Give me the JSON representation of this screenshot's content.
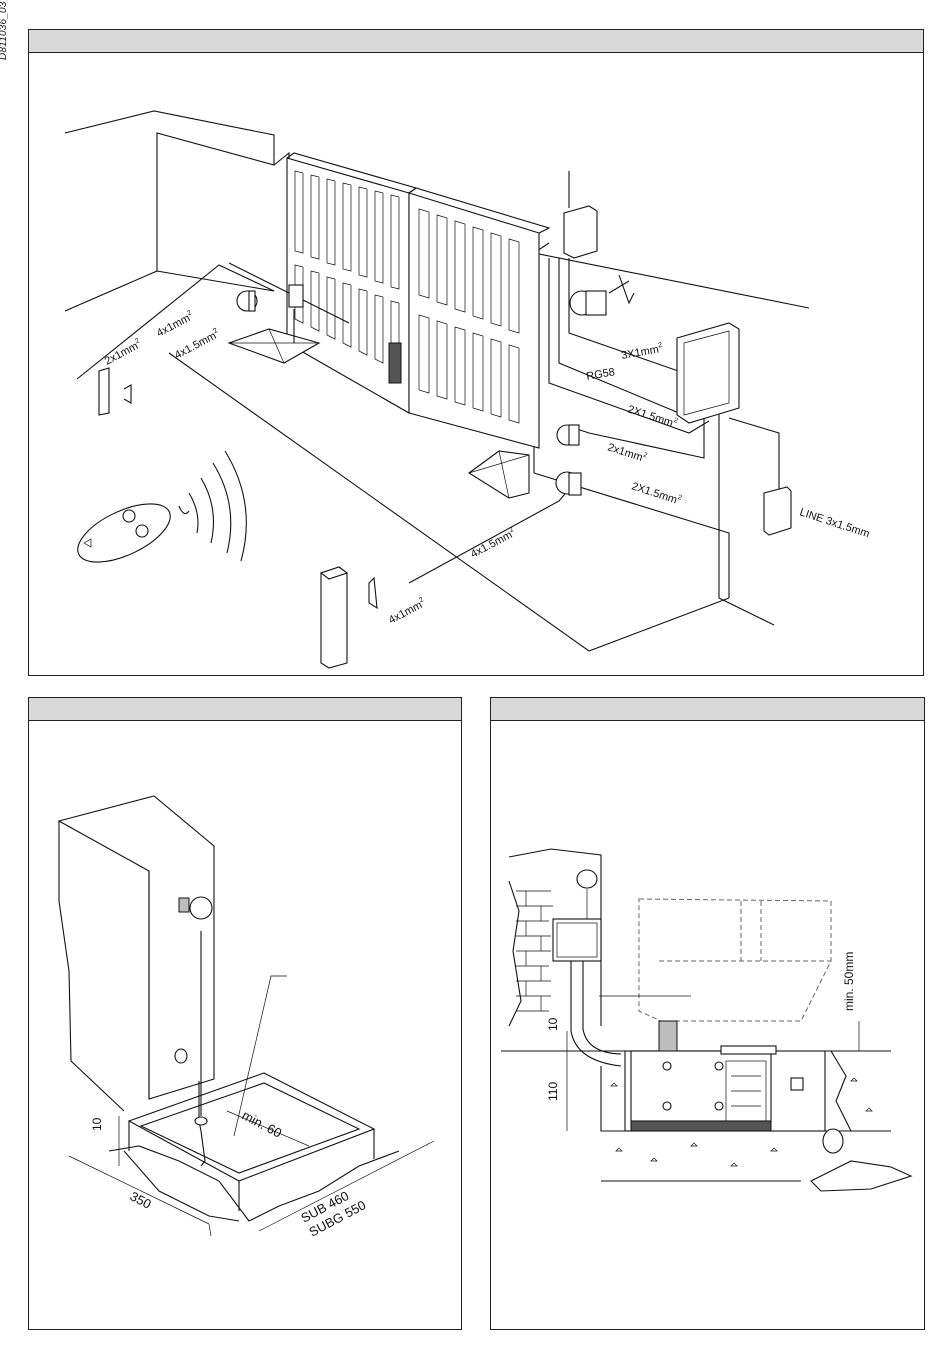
{
  "document_code": "D811036_03",
  "top_panel": {
    "cable_labels": {
      "photocell_2x1": "2x1mm",
      "receiver_4x1": "4x1mm",
      "photocell_4x15": "4x1.5mm",
      "lamp_3x1": "3X1mm",
      "antenna": "RG58",
      "motor_2x15_a": "2X1.5mm",
      "photocell_2x1_b": "2x1mm",
      "motor_2x15_b": "2X1.5mm",
      "line": "LINE 3x1.5mm",
      "motor_4x15": "4x1.5mm",
      "key_4x1": "4x1mm"
    },
    "superscript": "2"
  },
  "bottom_left_panel": {
    "dim_10": "10",
    "dim_min60": "min. 60",
    "dim_350": "350",
    "dim_sub460": "SUB 460",
    "dim_subg550": "SUBG 550"
  },
  "bottom_right_panel": {
    "dim_10": "10",
    "dim_110": "110",
    "dim_min50": "min. 50mm"
  }
}
